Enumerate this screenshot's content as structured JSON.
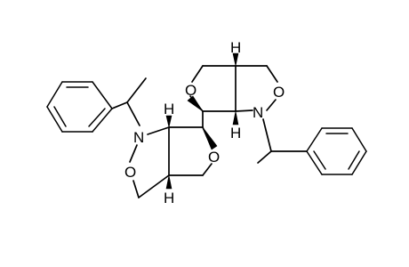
{
  "labels": {
    "o_ring_upper": "O",
    "o_iso_upper": "O",
    "n_upper": "N",
    "h_upper_top": "H",
    "h_upper_bottom": "H",
    "o_ring_lower": "O",
    "o_iso_lower": "O",
    "n_lower": "N",
    "h_lower_top": "H",
    "h_lower_bottom": "H"
  }
}
